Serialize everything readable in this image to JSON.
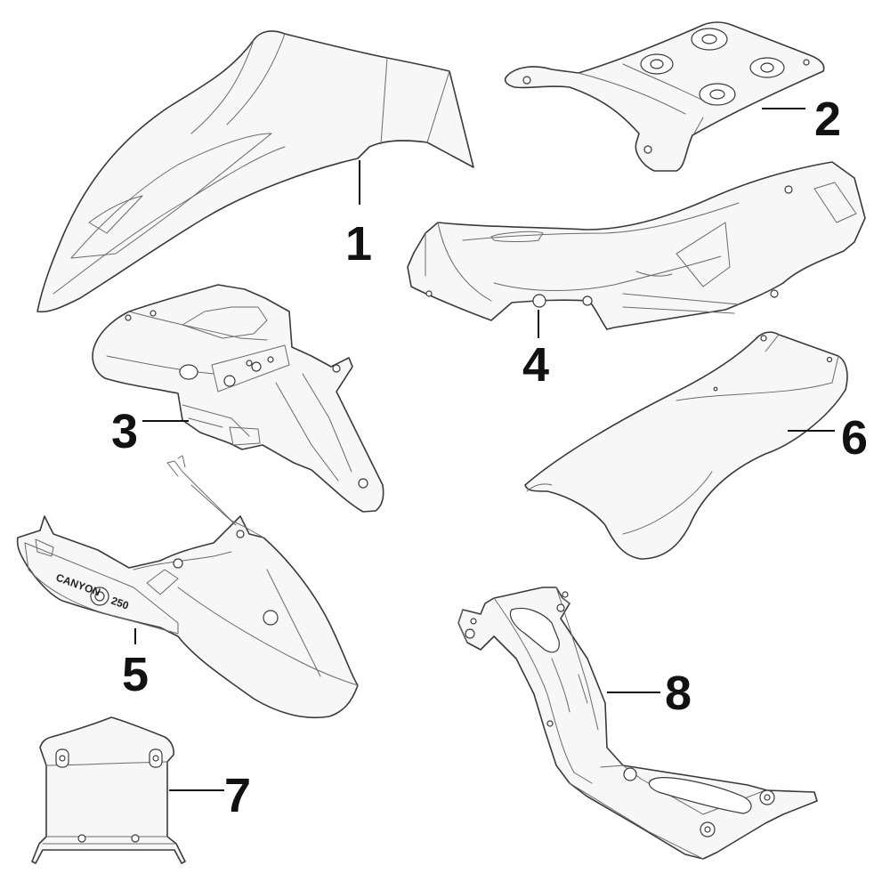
{
  "parts": [
    {
      "id": "front-fender",
      "label": "1"
    },
    {
      "id": "skid-plate-bracket",
      "label": "2"
    },
    {
      "id": "rear-fender-support",
      "label": "3"
    },
    {
      "id": "frame-rail-cover",
      "label": "4"
    },
    {
      "id": "rear-fender",
      "label": "5",
      "decal": {
        "brand": "CANYON",
        "model": "250"
      }
    },
    {
      "id": "mud-flap",
      "label": "6"
    },
    {
      "id": "front-bracket",
      "label": "7"
    },
    {
      "id": "engine-guard-bracket",
      "label": "8"
    }
  ]
}
